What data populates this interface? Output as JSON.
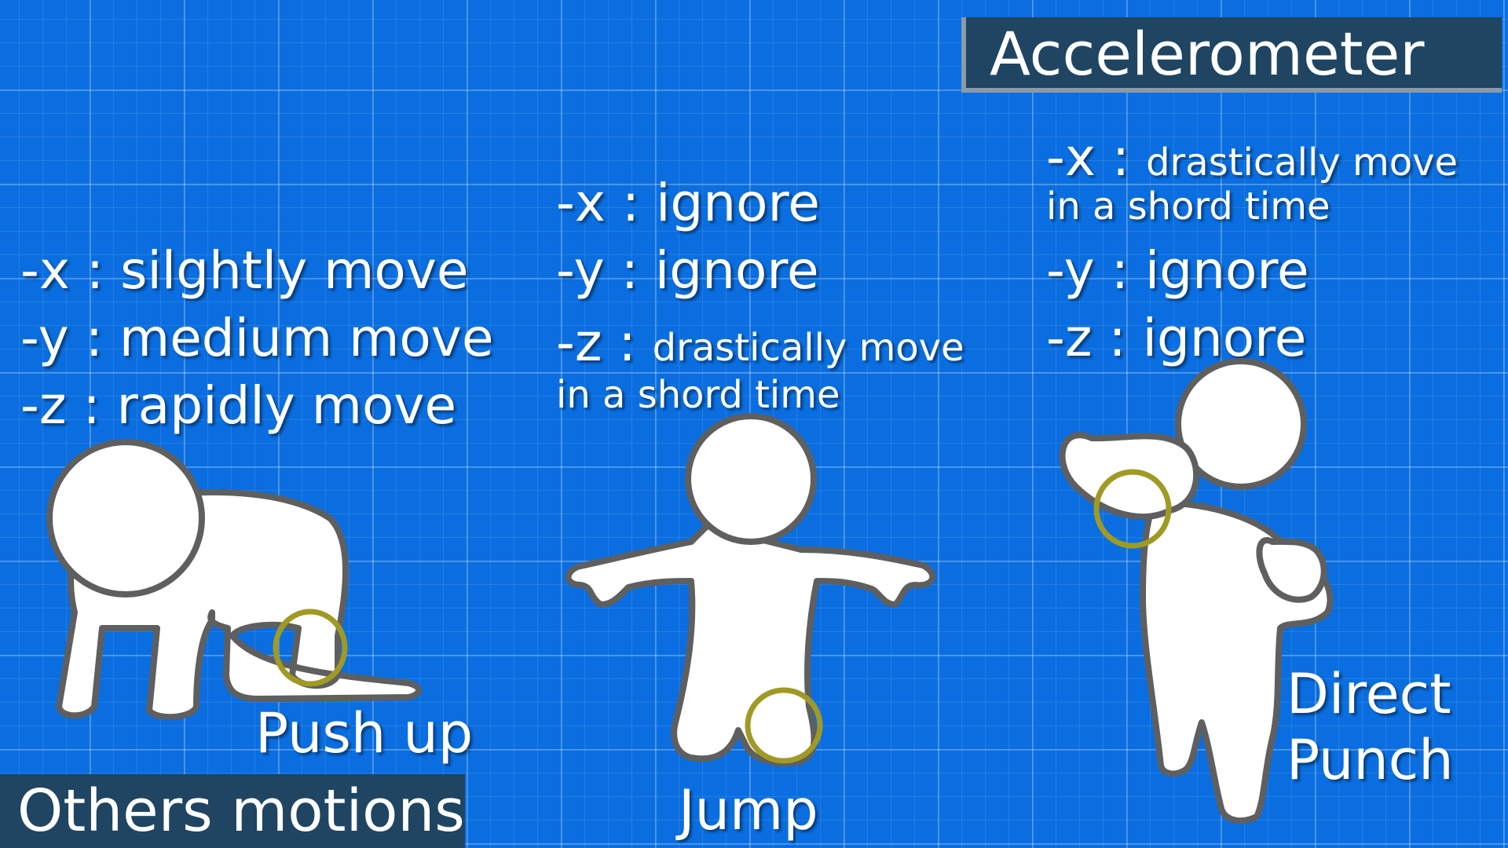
{
  "title": "Accelerometer",
  "others_label": "Others motions",
  "push_up": {
    "x_line": "-x : silghtly move",
    "y_line": "-y : medium move",
    "z_line": "-z : rapidly move",
    "label": "Push up"
  },
  "jump": {
    "x_line": "-x : ignore",
    "y_line": "-y : ignore",
    "z_prefix": "-z : ",
    "z_line_1": "drastically move",
    "z_line_2": "in a shord time",
    "label": "Jump"
  },
  "punch": {
    "x_prefix": "-x : ",
    "x_line_1": "drastically move",
    "x_line_2": "in a shord time",
    "y_line": "-y : ignore",
    "z_line": "-z : ignore",
    "label_1": "Direct",
    "label_2": "Punch"
  },
  "colors": {
    "background": "#0a6ee0",
    "title_box": "#1f4562",
    "sensor_ring": "#a09a25",
    "figure_fill": "#ffffff",
    "figure_outline": "#5f5f5f"
  },
  "icons": [
    "push-up-figure",
    "jump-figure",
    "punch-figure",
    "sensor-ring-icon"
  ]
}
